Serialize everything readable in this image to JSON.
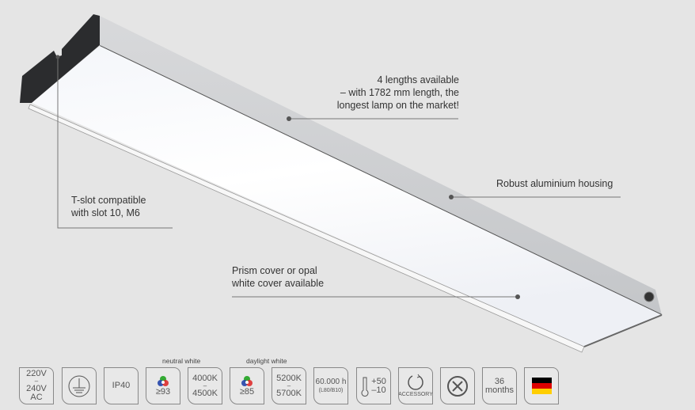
{
  "annotations": {
    "lengths": [
      "4 lengths available",
      "– with 1782 mm length, the",
      "longest lamp on the market!"
    ],
    "housing": "Robust aluminium housing",
    "tslot": [
      "T-slot compatible",
      "with slot 10, M6"
    ],
    "cover": [
      "Prism cover or opal",
      "white cover available"
    ]
  },
  "captions": {
    "neutral": "neutral white",
    "daylight": "daylight white"
  },
  "icons": {
    "voltage": [
      "220V",
      "–",
      "240V",
      "AC"
    ],
    "ip": "IP40",
    "cri_neutral": "≥93",
    "cct_neutral": [
      "4000K",
      "–",
      "4500K"
    ],
    "cri_daylight": "≥85",
    "cct_daylight": [
      "5200K",
      "–",
      "5700K"
    ],
    "lifetime": [
      "60.000 h",
      "(L80/B10)"
    ],
    "temperature": [
      "+50",
      "–10"
    ],
    "accessory": "ACCESSORY",
    "warranty": [
      "36",
      "months"
    ]
  },
  "colors": {
    "flag": [
      "#000000",
      "#dd0000",
      "#ffce00"
    ]
  }
}
